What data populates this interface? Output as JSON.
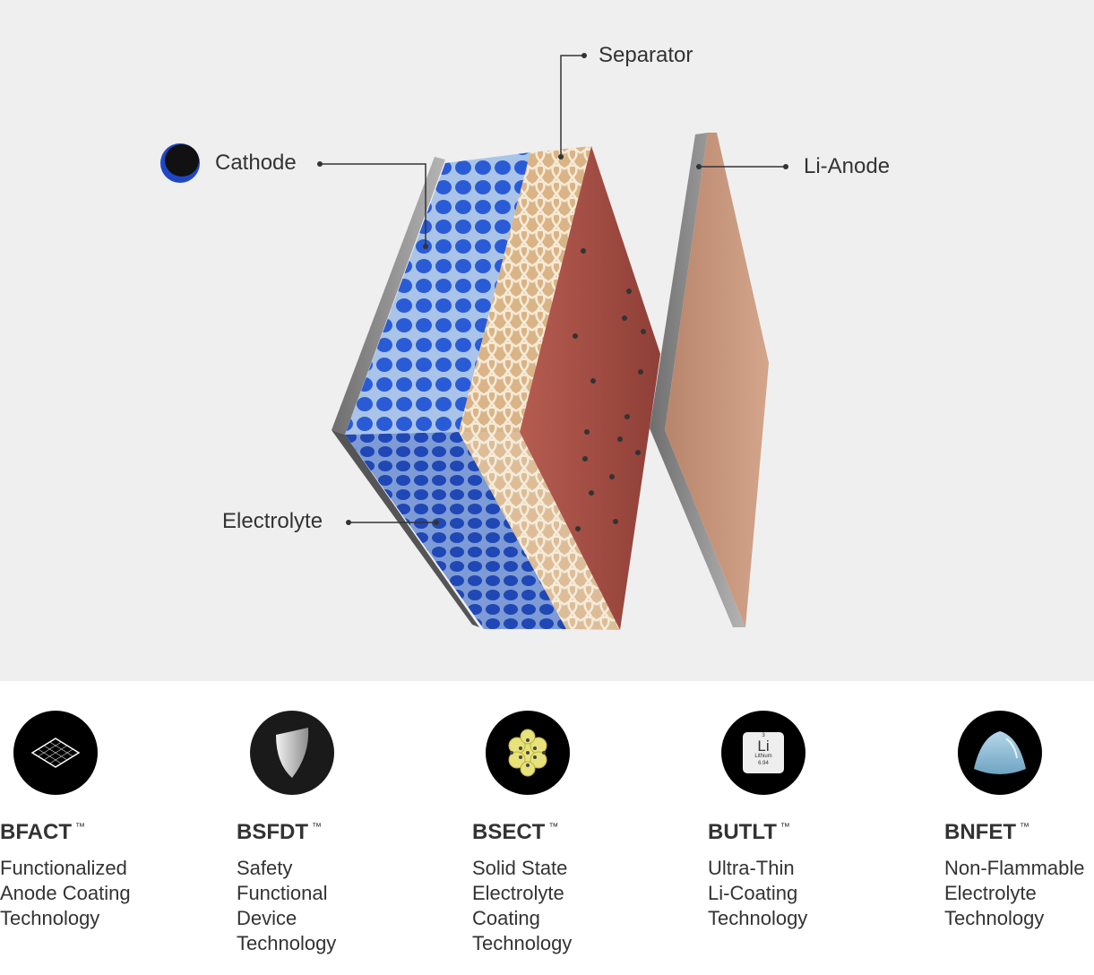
{
  "diagram": {
    "labels": {
      "cathode": "Cathode",
      "separator": "Separator",
      "li_anode": "Li-Anode",
      "electrolyte": "Electrolyte"
    },
    "colors": {
      "background": "#efefef",
      "cathode": "#2a5bd7",
      "separator": "#e8cfa8",
      "electrolyte": "#a14a40",
      "anode": "#c99479",
      "metal": "#8a8a8a"
    }
  },
  "technologies": [
    {
      "code": "BFACT",
      "tm": "™",
      "icon": "mesh-surface-icon",
      "lines": [
        "Functionalized",
        "Anode Coating",
        "Technology"
      ]
    },
    {
      "code": "BSFDT",
      "tm": "™",
      "icon": "shield-icon",
      "lines": [
        "Safety",
        "Functional",
        "Device",
        "Technology"
      ]
    },
    {
      "code": "BSECT",
      "tm": "™",
      "icon": "molecule-icon",
      "lines": [
        "Solid State",
        "Electrolyte",
        "Coating",
        "Technology"
      ]
    },
    {
      "code": "BUTLT",
      "tm": "™",
      "icon": "lithium-element-icon",
      "lines": [
        "Ultra-Thin",
        "Li-Coating",
        "Technology"
      ],
      "element": {
        "number": "3",
        "symbol": "Li",
        "name": "Lithium",
        "mass": "6.94"
      }
    },
    {
      "code": "BNFET",
      "tm": "™",
      "icon": "liquid-drop-icon",
      "lines": [
        "Non-Flammable",
        "Electrolyte",
        "Technology"
      ]
    }
  ]
}
